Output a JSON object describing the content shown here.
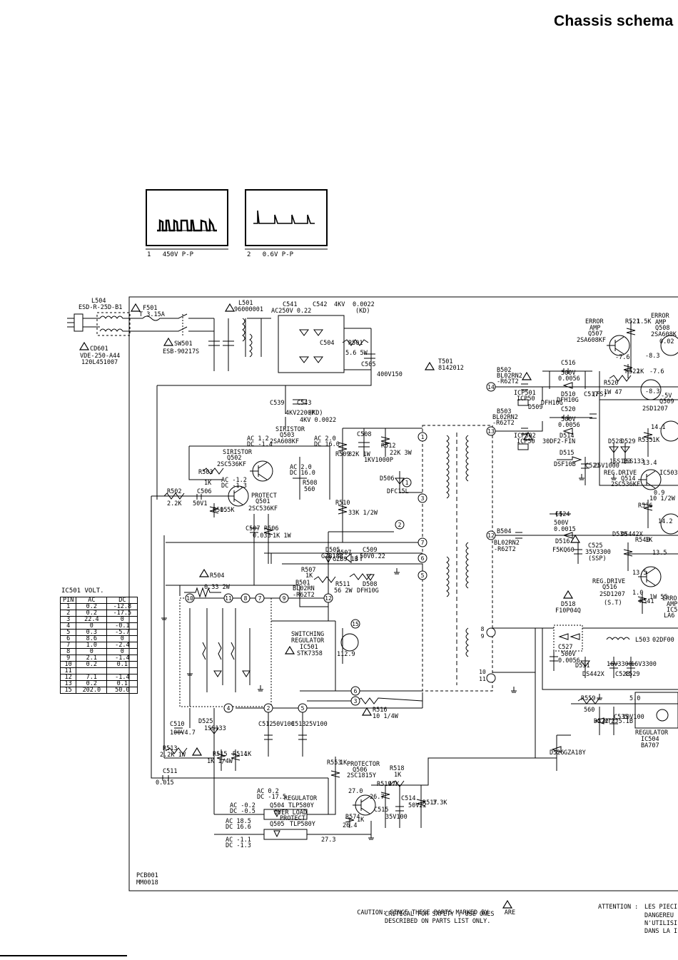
{
  "page": {
    "title": "Chassis schema"
  },
  "waveforms": [
    {
      "number": "1",
      "value": "450V P-P"
    },
    {
      "number": "2",
      "value": "0.6V P-P"
    }
  ],
  "volt_table": {
    "title": "IC501 VOLT.",
    "headers": [
      "PIN",
      "AC",
      "DC"
    ],
    "rows": [
      [
        "1",
        "0.2",
        "-12.8"
      ],
      [
        "2",
        "0.2",
        "-17.5"
      ],
      [
        "3",
        "22.4",
        "0"
      ],
      [
        "4",
        "0",
        "-0.1"
      ],
      [
        "5",
        "0.3",
        "-5.7"
      ],
      [
        "6",
        "8.6",
        "0"
      ],
      [
        "7",
        "1.0",
        "-2.4"
      ],
      [
        "8",
        "0",
        "0"
      ],
      [
        "9",
        "2.1",
        "-1.4"
      ],
      [
        "10",
        "0.2",
        "0.1"
      ],
      [
        "11",
        "",
        ""
      ],
      [
        "12",
        "7.1",
        "-1.4"
      ],
      [
        "13",
        "0.2",
        "0.1"
      ],
      [
        "15",
        "202.0",
        "50.0"
      ]
    ]
  },
  "labels": {
    "l504": "L504",
    "l504_type": "ESD-R-25D-B1",
    "f501": "F501",
    "f501_val": "T 3.15A",
    "sw501": "SW501",
    "sw501_type": "ESB-90217S",
    "cd601": "CD601",
    "cd601_type": "VDE-250-A44",
    "cd601_type2": "120L451007",
    "l501": "L501",
    "l501_type": "96000001",
    "c541": "C541",
    "c541_val": "AC250V 0.22",
    "c542": "C542",
    "c542_val": "4KV",
    "c542_val2": "0.0022",
    "c542_kd": "(KD)",
    "c504": "C504",
    "r501": "R501",
    "r501_val": "5.6 5W",
    "c505": "C505",
    "c505_val": "400V150",
    "c539": "C539",
    "c539_val": "4KV2200P",
    "c543": "C543",
    "c543_val": "4KV 0.0022",
    "kd": "(KD)",
    "t501": "T501",
    "t501_type": "8142012",
    "q503_title": "SIRISTOR",
    "q503": "Q503",
    "q503_type": "2SA608KF",
    "q502_title": "SIRISTOR",
    "q502": "Q502",
    "q502_type": "2SC536KF",
    "q501_title": "PROTECT",
    "q501": "Q501",
    "q501_type": "2SC536KF",
    "r503": "R503",
    "r503_val": "1K",
    "r502": "R502",
    "r502_val": "2.2K",
    "c506": "C506",
    "c506_val": "50V1",
    "r505": "R505",
    "r505_val": "1.5K",
    "r508": "R508",
    "r508_val": "560",
    "r509": "R509",
    "r509_val": "82K 1W",
    "c508": "C508",
    "c508_val": "1KV1000P",
    "r512": "R512",
    "r512_val": "22K 3W",
    "d506": "D506",
    "d506_type": "DFC15L",
    "r510": "R510",
    "r510_val": "33K 1/2W",
    "d505": "D505",
    "d505_type": "GZB18B",
    "d507": "D507",
    "d507_type": "GZB9.1B",
    "c509": "C509",
    "c509_val": "50V0.22",
    "r507": "R507",
    "r507_val": "1K",
    "b501": "B501",
    "b501_type": "BL02RN",
    "b501_type2": "-R62T2",
    "r511": "R511",
    "r511_val": "56 2W",
    "d508": "D508",
    "d508_type": "DFH10G",
    "r504": "R504",
    "r504_val": "0.33 2W",
    "c507": "C507",
    "c507_val": "0.033",
    "r506": "R506",
    "r506_val": "1K 1W",
    "ic501_title": "SWITCHING",
    "ic501_title2": "REGULATOR",
    "ic501": "IC501",
    "ic501_type": "STK7358",
    "r516": "R516",
    "r516_val": "10 1/4W",
    "c510": "C510",
    "c510_val": "100V4.7",
    "d525": "D525",
    "d525_type": "1SS133",
    "r513": "R513",
    "r513_val": "2.2K 1W",
    "c511": "C511",
    "c511_val": "0.015",
    "r515": "R515",
    "r515_val": "1K 1/4W",
    "r514": "R514",
    "r514_val": "1K",
    "c512": "C512",
    "c512_val": "50V100",
    "c513": "C513",
    "c513_val": "25V100",
    "q504_title": "REGULATOR",
    "q504": "Q504",
    "q504_type": "TLP580Y",
    "q505_title": "OVER LOAD",
    "q505_title2": "PROTECT",
    "q505": "Q505",
    "q505_type": "TLP580Y",
    "r553": "R553",
    "r553_val": "1K",
    "q506_title": "PROTECTOR",
    "q506": "Q506",
    "q506_type": "2SC1815Y",
    "r518": "R518",
    "r518_val": "1K",
    "r519": "R519",
    "r519_val": "47K",
    "c514": "C514",
    "c514_val": "50V22",
    "c515": "C515",
    "c515_val": "35V100",
    "r517": "R517",
    "r517_val": "3.3K",
    "r574": "R574",
    "r574_val": "1K",
    "b502": "B502",
    "b502_type": "BL02RN2",
    "b502_type2": "-R62T2",
    "icp501": "ICP501",
    "icp501_type": "ICP50",
    "b503": "B503",
    "b503_type": "BL02RN2",
    "b503_type2": "-R62T2",
    "icp502": "ICP502",
    "icp502_type": "ICP50",
    "b504": "B504",
    "b504_type": "BL02RN2",
    "b504_type2": "-R62T2",
    "c516": "C516",
    "c516_val": "500V",
    "c516_val2": "0.0056",
    "d510": "D510",
    "d510_type": "DFH10G",
    "d509": "D509",
    "d509_type": "DFH10G",
    "c520": "C520",
    "c520_val": "500V",
    "c520_val2": "0.0056",
    "d514": "D514",
    "d514_type": "30DF2-FIN",
    "d515": "D515",
    "d515_type": "DSF10B",
    "c517": "C517",
    "c517_val": "(FS)",
    "c521": "C521",
    "c521_val": "25V1000",
    "d528": "D528",
    "d528_type": "1SS133",
    "d529": "D529",
    "d529_type": "1SS133",
    "c524": "C524",
    "c524_val": "500V",
    "c524_val2": "0.0015",
    "d516": "D516",
    "d516_type": "F5KQ60",
    "c525": "C525",
    "c525_val": "35V3300",
    "c525_val2": "(SSP)",
    "d530": "D530",
    "d530_type": "DS442X",
    "q514_title": "REG.DRIVE",
    "q514": "Q514",
    "q514_type": "2SC536KF",
    "q516_title": "REG.DRIVE",
    "q516": "Q516",
    "q516_type": "2SD1207",
    "q516_note": "(S.T)",
    "d518": "D518",
    "d518_type": "F10P04Q",
    "c527": "C527",
    "c527_val": "500V",
    "c527_val2": "0.0056",
    "d531": "D531",
    "d531_type": "DS442X",
    "c528": "C528",
    "c528_val": "16V3300",
    "c529": "C529",
    "c529_val": "16V3300",
    "r559": "R559",
    "r559_val": "560",
    "d522": "D522",
    "d522_type": "MTZJ5.1B",
    "c535": "C535",
    "c535_val": "10V100",
    "d526": "D526",
    "d526_type": "GZA18Y",
    "ic504_title": "REGULATOR",
    "ic504": "IC504",
    "ic504_type": "BA707",
    "l503": "L503",
    "l503_type": "02DF00",
    "q507_title": "ERROR",
    "q507_title2": "AMP",
    "q507": "Q507",
    "q507_type": "2SA608KF",
    "q508_title": "ERROR",
    "q508_title2": "AMP",
    "q508": "Q508",
    "q508_type": "2SA608K",
    "r520": "R520",
    "r520_val": "1W 47",
    "r521": "R521",
    "r521_val": "1.5K",
    "r522": "R522",
    "r522_val": "1K",
    "q509": "Q509",
    "q509_type": "2SD1207",
    "r535": "R535",
    "r535_val": "1K",
    "r536": "R536",
    "r536_val": "10 1/2W",
    "r540": "R540",
    "r540_val": "1K",
    "r541": "R541",
    "r541_val": "1W 55",
    "ic503": "IC503",
    "error_amp": "ERRO",
    "error_amp2": "AMP",
    "ic505": "IC5",
    "la": "LA6"
  },
  "voltages": {
    "q503_ac": "AC 1.2",
    "q503_dc": "DC -1.4",
    "r508_ac": "AC 2.0",
    "r508_dc": "DC 16.0",
    "q502_ac": "AC 2.0",
    "q502_dc": "DC 16.0",
    "q501_ac": "AC -1.2",
    "q501_dc": "DC -1.3",
    "q504_ac": "AC 0.2",
    "q504_dc": "DC -17.5",
    "q505_ac": "AC -0.2",
    "q505_dc": "DC -0.5",
    "q505_ac2": "AC 18.5",
    "q505_dc2": "DC 16.6",
    "bottom_ac": "AC -1.1",
    "bottom_dc": "DC -1.3",
    "v_26_4": "26.4",
    "v_27_3": "27.3",
    "v_27_0": "27.0",
    "v_26_7": "26.7",
    "v_112_9": "112.9",
    "v_-7_6": "-7.6",
    "v_-8_3": "-8.3",
    "v_-7_6b": "-7.6",
    "v_-8_3b": "-8.3",
    "v_0_02": "0.02",
    "v_14_1": "14.1",
    "v_13_4": "13.4",
    "v_0_9": "0.9",
    "v_14_2": "14.2",
    "v_13_5": "13.5",
    "v_13_5b": "13.5",
    "v_1_0": "1.0",
    "v_5_0": "5.0",
    "v_1_5": "-5V"
  },
  "caution": {
    "lead": "CAUTION:",
    "line1": "SINCE THESE PARTS MARKED BY",
    "line1b": "ARE",
    "line2": "CRITICAL FOR SAFETY , USE ONES",
    "line3": "DESCRIBED ON PARTS LIST ONLY."
  },
  "attention": {
    "lead": "ATTENTION :",
    "line1": "LES PIECI",
    "line2": "DANGEREU",
    "line3": "N'UTILISI",
    "line4": "DANS LA I"
  },
  "pcb": {
    "line1": "PCB001",
    "line2": "MM0018"
  }
}
